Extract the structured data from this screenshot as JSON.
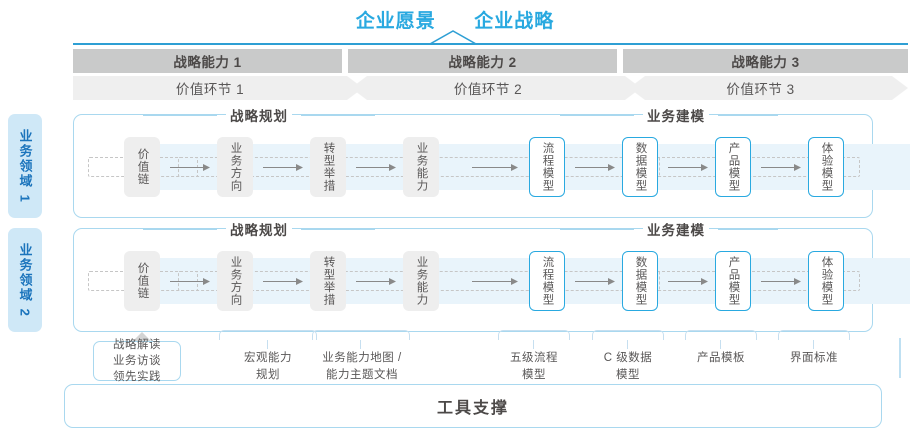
{
  "header": {
    "title_left": "企业愿景",
    "title_right": "企业战略",
    "accent_color": "#29a9e0"
  },
  "capabilities": [
    {
      "label": "战略能力 1"
    },
    {
      "label": "战略能力 2"
    },
    {
      "label": "战略能力 3"
    }
  ],
  "value_chain": [
    {
      "label": "价值环节 1"
    },
    {
      "label": "价值环节 2"
    },
    {
      "label": "价值环节 3"
    }
  ],
  "domains": [
    {
      "label": "业务领域 1"
    },
    {
      "label": "业务领域 2"
    }
  ],
  "sections": {
    "planning": "战略规划",
    "modeling": "业务建模"
  },
  "nodes": {
    "planning": [
      {
        "label": "价值链",
        "style": "gray"
      },
      {
        "label": "业务方向",
        "style": "gray"
      },
      {
        "label": "转型举措",
        "style": "gray"
      },
      {
        "label": "业务能力",
        "style": "gray"
      }
    ],
    "modeling": [
      {
        "label": "流程模型",
        "style": "blue"
      },
      {
        "label": "数据模型",
        "style": "blue"
      },
      {
        "label": "产品模型",
        "style": "blue"
      },
      {
        "label": "体验模型",
        "style": "blue"
      }
    ]
  },
  "tools": {
    "highlight_box": "战略解读\n业务访谈\n领先实践",
    "items": [
      {
        "label": "宏观能力\n规划"
      },
      {
        "label": "业务能力地图 /\n能力主题文档"
      },
      {
        "label": "五级流程\n模型"
      },
      {
        "label": "C 级数据\n模型"
      },
      {
        "label": "产品模板"
      },
      {
        "label": "界面标准"
      }
    ]
  },
  "footer": {
    "label": "工具支撑"
  }
}
